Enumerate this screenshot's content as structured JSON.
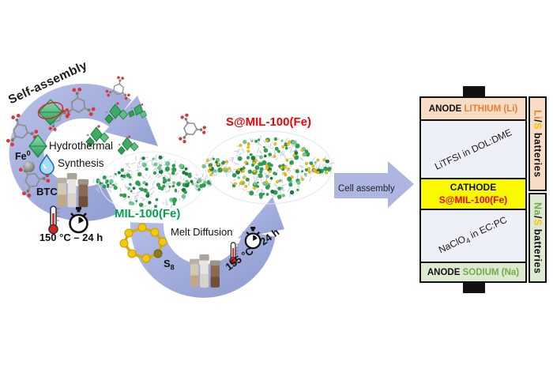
{
  "colors": {
    "periwinkle": "#a6b0dd",
    "periwinkle_edge": "#93a0d3",
    "mil_green": "#00a44f",
    "structure_green": "#2f9e52",
    "structure_green_light": "#74c392",
    "structure_green_dark": "#1d7a3e",
    "web_gray": "#c6cbd8",
    "sulfur_gold": "#ffc000",
    "sulfur_molecule": "#f6c80a",
    "red": "#f50000",
    "orange": "#ed7d31",
    "sodium_green": "#70ad47",
    "cathode_yellow": "#f9f900",
    "anode_li_bg": "#f9dcc5",
    "anode_na_bg": "#dde9d1",
    "electrolyte_bg": "#eef0f7",
    "black": "#111111"
  },
  "process": {
    "self_assembly": "Self-assembly",
    "hydrothermal_line1": "Hydrothermal",
    "hydrothermal_line2": "Synthesis",
    "fe_base": "Fe",
    "fe_sup": "0",
    "btc": "BTC",
    "synthesis_conditions": "150 °C – 24 h",
    "mil_label": "MIL-100(Fe)",
    "melt_diffusion": "Melt Diffusion",
    "s8_base": "S",
    "s8_sub": "8",
    "melt_conditions": "155 °C – 24 h",
    "smil_label": "S@MIL-100(Fe)",
    "cell_assembly": "Cell assembly"
  },
  "battery": {
    "anode_li_prefix": "ANODE",
    "anode_li_material": "LITHIUM (Li)",
    "electrolyte_li": "LiTFSI in DOL:DME",
    "cathode_title": "CATHODE",
    "cathode_material": "S@MIL-100(Fe)",
    "electrolyte_na_pre": "NaClO",
    "electrolyte_na_sub": "4",
    "electrolyte_na_post": " in EC:PC",
    "anode_na_prefix": "ANODE",
    "anode_na_material": "SODIUM (Na)",
    "li_panel": {
      "metal": "Li",
      "slash": "/",
      "sulfur": "S",
      "rest": " batteries"
    },
    "na_panel": {
      "metal": "Na",
      "slash": "/",
      "sulfur": "S",
      "rest": " batteries"
    }
  },
  "icons": [
    "self-assembly-swirl-arrow",
    "melt-diffusion-swirl-arrow",
    "cell-assembly-arrow",
    "thermometer-icon",
    "stopwatch-icon",
    "water-drop-icon",
    "btc-molecule",
    "iron-octahedron",
    "iron-sphere",
    "sulfur-s8-molecule",
    "sample-vials"
  ]
}
